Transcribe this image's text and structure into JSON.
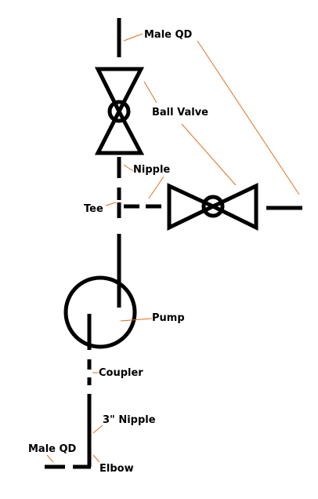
{
  "labels": {
    "male_qd_top": "Male QD",
    "ball_valve": "Ball Valve",
    "nipple": "Nipple",
    "tee": "Tee",
    "pump": "Pump",
    "coupler": "Coupler",
    "three_inch_nipple": "3\" Nipple",
    "male_qd_bottom": "Male QD",
    "elbow": "Elbow"
  },
  "colors": {
    "pipe": "#000000",
    "leader": "#e07020",
    "background": "#ffffff"
  }
}
